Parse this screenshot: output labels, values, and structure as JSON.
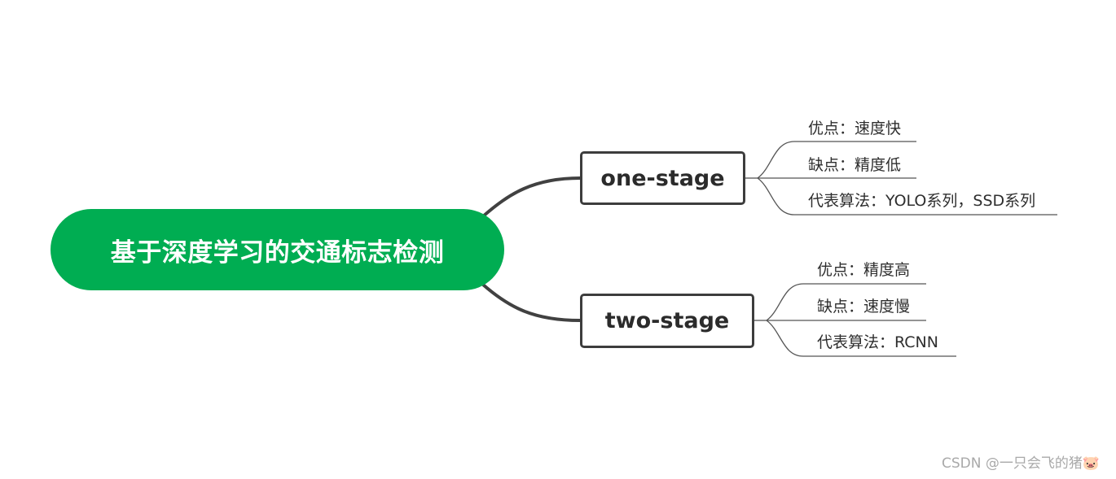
{
  "root": {
    "label": "基于深度学习的交通标志检测"
  },
  "branches": [
    {
      "label": "one-stage",
      "leaves": [
        "优点：速度快",
        "缺点：精度低",
        "代表算法：YOLO系列，SSD系列"
      ]
    },
    {
      "label": "two-stage",
      "leaves": [
        "优点：精度高",
        "缺点：速度慢",
        "代表算法：RCNN"
      ]
    }
  ],
  "watermark": "CSDN @一只会飞的猪🐷",
  "colors": {
    "root_fill": "#00ad52",
    "branch_border": "#3d3d3d",
    "connector": "#414141",
    "leaf_line": "#555555"
  }
}
